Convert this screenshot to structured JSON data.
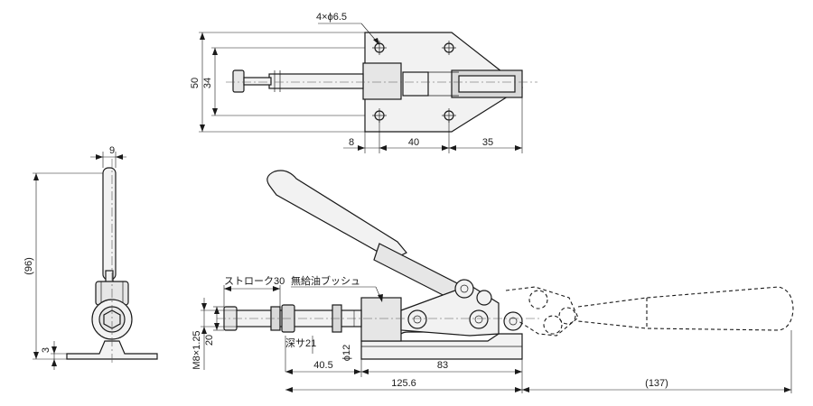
{
  "dimensions": {
    "hole_callout": "4×ϕ6.5",
    "width_50": "50",
    "width_34": "34",
    "offset_8": "8",
    "pitch_40": "40",
    "tip_35": "35",
    "height_9": "9",
    "height_96": "(96)",
    "base_3": "3",
    "stroke": "ストローク30",
    "oilless_bush": "無給油ブッシュ",
    "thread": "M8×1.25",
    "thread_20": "20",
    "depth": "深サ21",
    "dia_12": "ϕ12",
    "len_40_5": "40.5",
    "len_83": "83",
    "len_125_6": "125.6",
    "len_137": "(137)"
  }
}
